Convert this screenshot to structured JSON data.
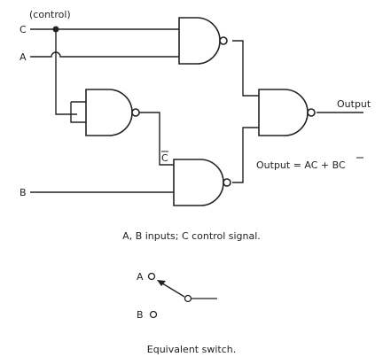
{
  "labels": {
    "control": "(control)",
    "input_c": "C",
    "input_a": "A",
    "input_b": "B",
    "c_bar": "C",
    "output": "Output",
    "equation_prefix": "Output = AC + B",
    "equation_cbar": "C"
  },
  "captions": {
    "circuit": "A, B inputs; C control signal.",
    "switch": "Equivalent switch."
  },
  "switch": {
    "terminal_a": "A",
    "terminal_b": "B"
  }
}
